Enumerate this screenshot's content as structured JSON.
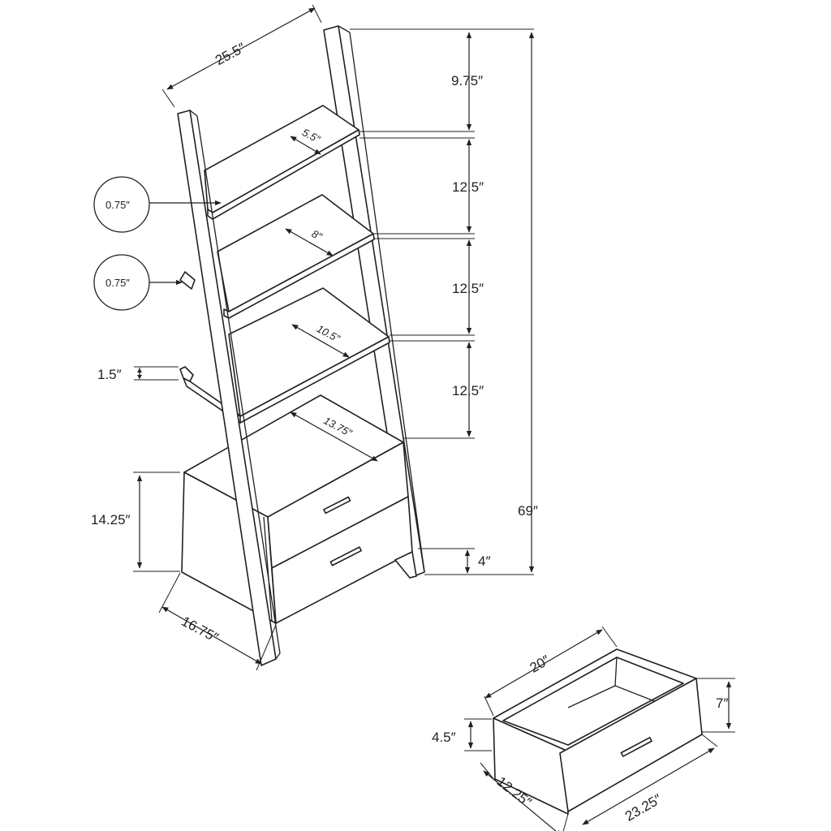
{
  "dimensions": {
    "width_top": "25.5″",
    "top_gap": "9.75″",
    "shelf_gap_1": "12.5″",
    "shelf_gap_2": "12.5″",
    "shelf_gap_3": "12.5″",
    "total_height": "69″",
    "floor_clearance": "4″",
    "cabinet_height": "14.25″",
    "base_depth": "16.75″",
    "shelf_depth_1": "5.5″",
    "shelf_depth_2": "8″",
    "shelf_depth_3": "10.5″",
    "shelf_depth_4": "13.75″",
    "shelf_thickness_1": "0.75″",
    "shelf_thickness_2": "0.75″",
    "lip_height": "1.5″"
  },
  "drawer": {
    "width": "20″",
    "front_height": "7″",
    "side_height": "4.5″",
    "depth": "12.25″",
    "front_width": "23.25″"
  }
}
